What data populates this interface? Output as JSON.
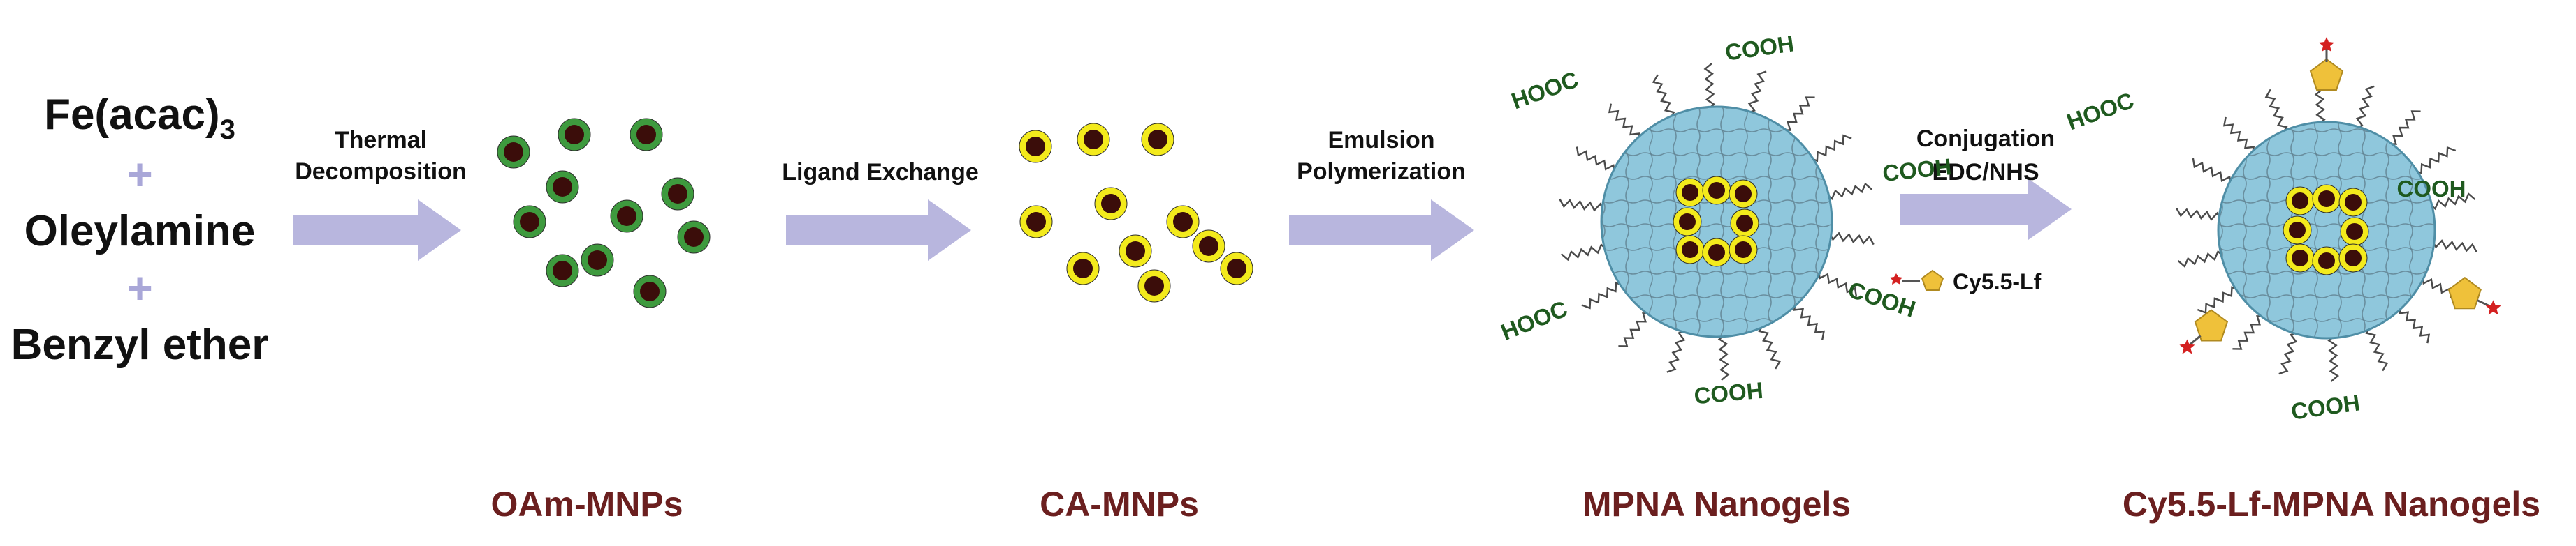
{
  "reagents": {
    "fe_main": "Fe(acac)",
    "fe_sub": "3",
    "plus": "+",
    "oleylamine": "Oleylamine",
    "benzyl_ether": "Benzyl ether"
  },
  "steps": {
    "thermal_1": "Thermal",
    "thermal_2": "Decomposition",
    "ligand": "Ligand Exchange",
    "emulsion_1": "Emulsion",
    "emulsion_2": "Polymerization",
    "conj_1": "Conjugation",
    "conj_2": "EDC/NHS"
  },
  "captions": {
    "oam": "OAm-MNPs",
    "ca": "CA-MNPs",
    "mpna": "MPNA Nanogels",
    "cy": "Cy5.5-Lf-MPNA Nanogels"
  },
  "groups": {
    "cooh": "COOH",
    "hooc": "HOOC"
  },
  "reagent_label": "Cy5.5-Lf",
  "colors": {
    "arrow": "#b8b6de",
    "plus": "#a9a7d8",
    "oam_shell": "#3e9a3e",
    "ca_shell": "#f3ea1c",
    "core": "#3b0d0a",
    "nanogel": "#8fc7dc",
    "caption": "#6b1f1f",
    "cooh": "#1f5a1f",
    "pentagon": "#efc13a",
    "star": "#d42020"
  }
}
